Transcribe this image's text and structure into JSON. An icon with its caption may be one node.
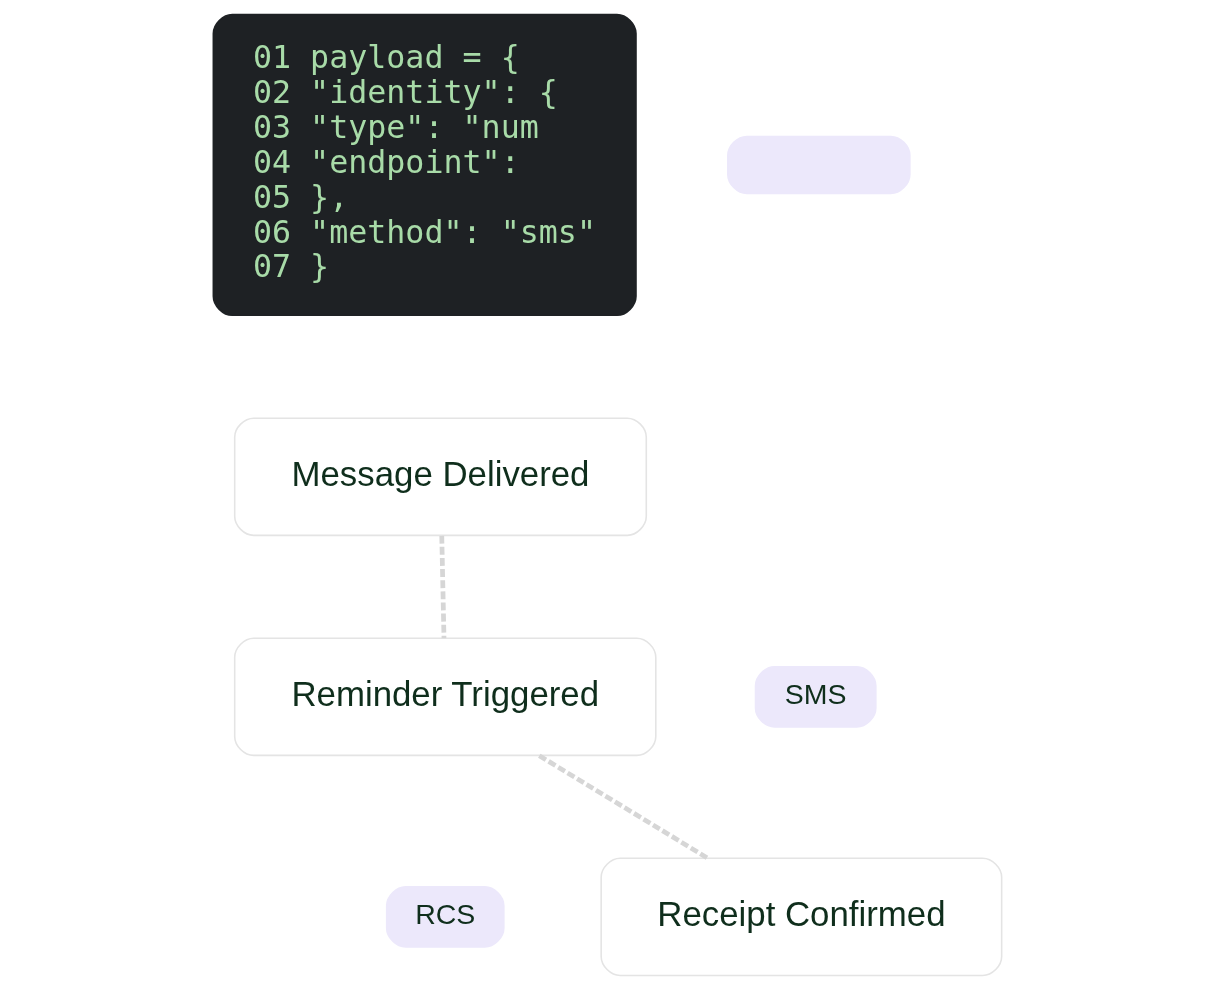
{
  "diagram": {
    "nodes": [
      {
        "text": [
          "01 payload = {",
          "02 \"identity\": {",
          "03 \"type\": \"num",
          "04 \"endpoint\":",
          "05 },",
          "06 \"method\": \"sms\"",
          "07 }"
        ]
      },
      {
        "text": [],
        "shape": "box"
      },
      {
        "text": [
          "Message Delivered"
        ]
      },
      {
        "text": [
          "SMS"
        ]
      },
      {
        "text": [
          "Reminder Triggered"
        ]
      },
      {
        "text": [
          "RCS"
        ]
      },
      {
        "text": [
          "Receipt Confirmed"
        ]
      }
    ],
    "edges": [
      {
        "from": 2,
        "to": 4,
        "arrow": "none",
        "style": "dashed"
      },
      {
        "from": 4,
        "to": 6,
        "arrow": "none",
        "style": "dashed"
      }
    ]
  }
}
